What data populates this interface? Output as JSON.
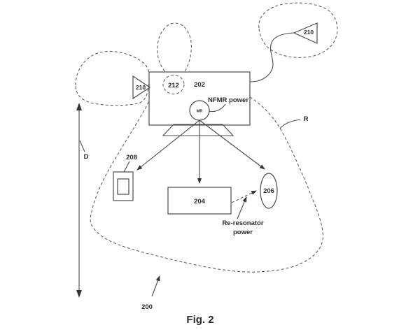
{
  "figure": {
    "caption": "Fig. 2",
    "background": "#ffffff",
    "line_color": "#4a4a4a",
    "dashed_line_color": "#5f5f5f",
    "text_color": "#2b2b2b"
  },
  "labels": {
    "system": "200",
    "main_unit": "202",
    "device_center": "204",
    "re_resonator": "206",
    "device_small": "208",
    "antenna_left": "210",
    "antenna_right": "210",
    "antenna_loop": "212",
    "mr": "MR",
    "nfmr_power": "NFMR power",
    "re_resonator_power_line1": "Re-resonator",
    "re_resonator_power_line2": "power",
    "distance": "D",
    "region": "R"
  }
}
